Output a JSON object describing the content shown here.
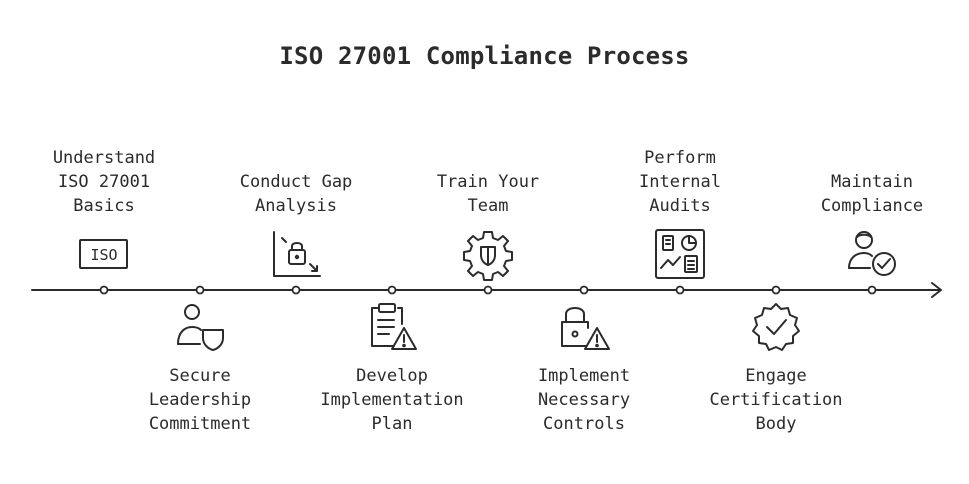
{
  "title": "ISO 27001 Compliance Process",
  "steps": [
    {
      "label": "Understand\nISO 27001\nBasics",
      "icon": "iso-badge-icon",
      "icon_text": "ISO",
      "side": "above"
    },
    {
      "label": "Secure\nLeadership\nCommitment",
      "icon": "person-shield-icon",
      "side": "below"
    },
    {
      "label": "Conduct Gap\nAnalysis",
      "icon": "gap-analysis-lock-icon",
      "side": "above"
    },
    {
      "label": "Develop\nImplementation\nPlan",
      "icon": "clipboard-warning-icon",
      "side": "below"
    },
    {
      "label": "Train Your\nTeam",
      "icon": "gear-shield-icon",
      "side": "above"
    },
    {
      "label": "Implement\nNecessary\nControls",
      "icon": "lock-warning-icon",
      "side": "below"
    },
    {
      "label": "Perform\nInternal\nAudits",
      "icon": "dashboard-audit-icon",
      "side": "above"
    },
    {
      "label": "Engage\nCertification\nBody",
      "icon": "certification-badge-icon",
      "side": "below"
    },
    {
      "label": "Maintain\nCompliance",
      "icon": "person-check-icon",
      "side": "above"
    }
  ]
}
